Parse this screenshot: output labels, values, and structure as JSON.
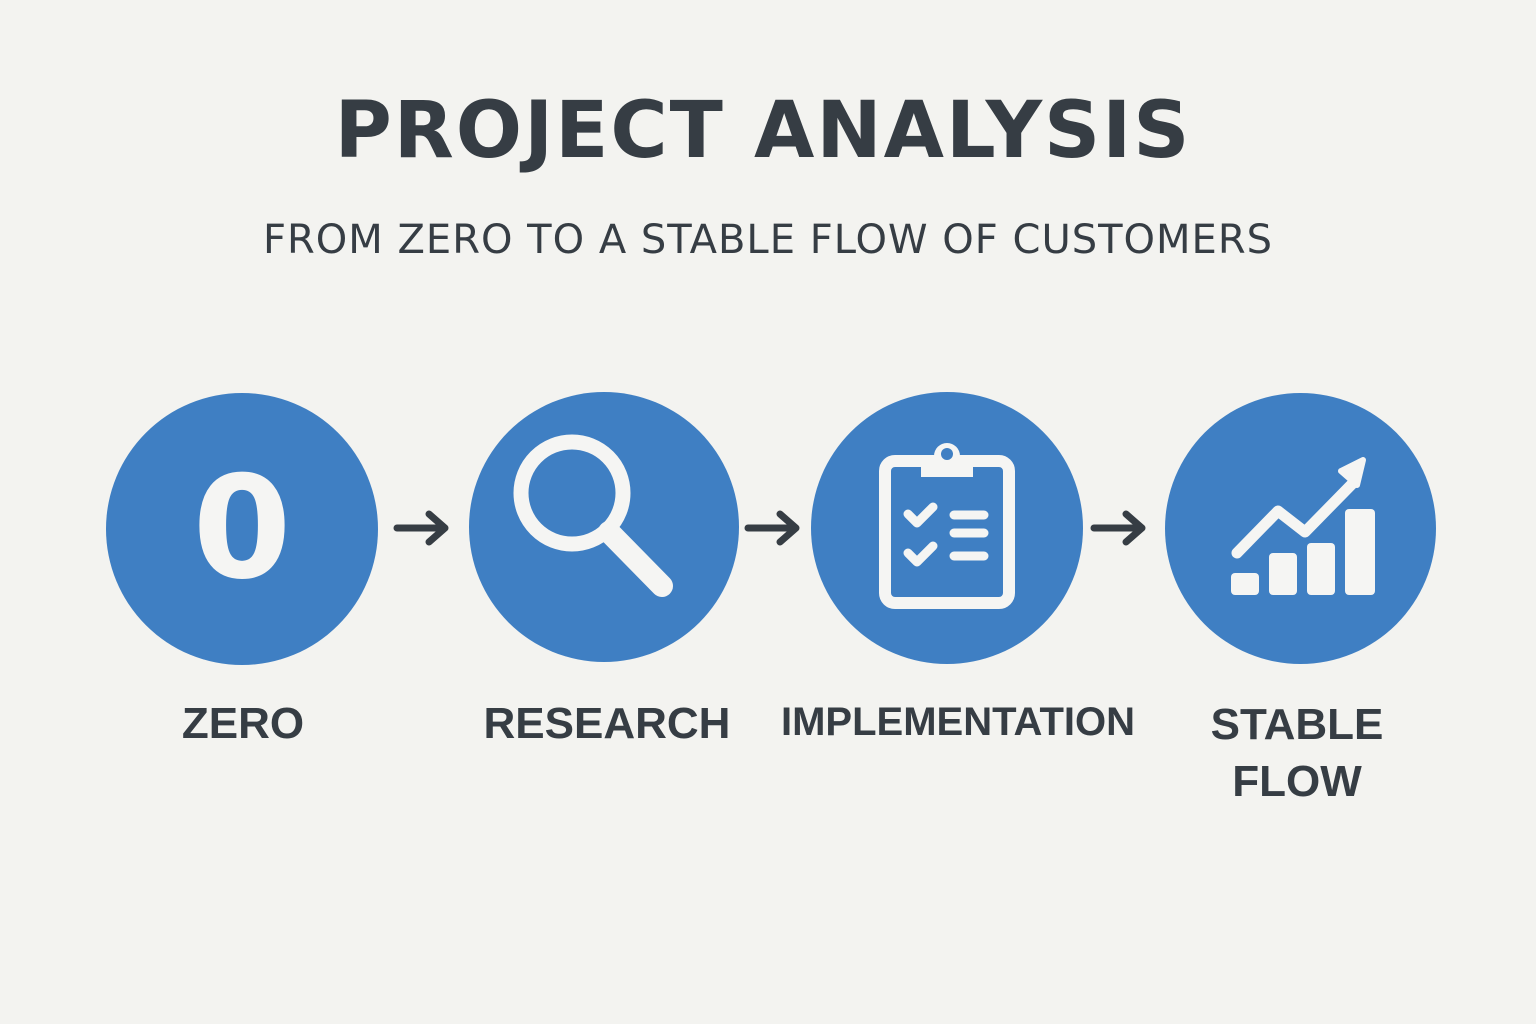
{
  "title": "PROJECT ANALYSIS",
  "subtitle": "FROM ZERO TO A STABLE FLOW OF CUSTOMERS",
  "colors": {
    "background": "#f3f3f0",
    "circle": "#3f7fc3",
    "icon": "#f5f5f3",
    "text": "#363d44"
  },
  "steps": [
    {
      "label": "ZERO",
      "glyph": "0",
      "icon": "zero-digit-icon"
    },
    {
      "label": "RESEARCH",
      "icon": "magnifying-glass-icon"
    },
    {
      "label": "IMPLEMENTATION",
      "icon": "clipboard-checklist-icon"
    },
    {
      "label": "STABLE\nFLOW",
      "label_line1": "STABLE",
      "label_line2": "FLOW",
      "icon": "growth-chart-icon"
    }
  ],
  "arrows": [
    "arrow-right-icon",
    "arrow-right-icon",
    "arrow-right-icon"
  ]
}
